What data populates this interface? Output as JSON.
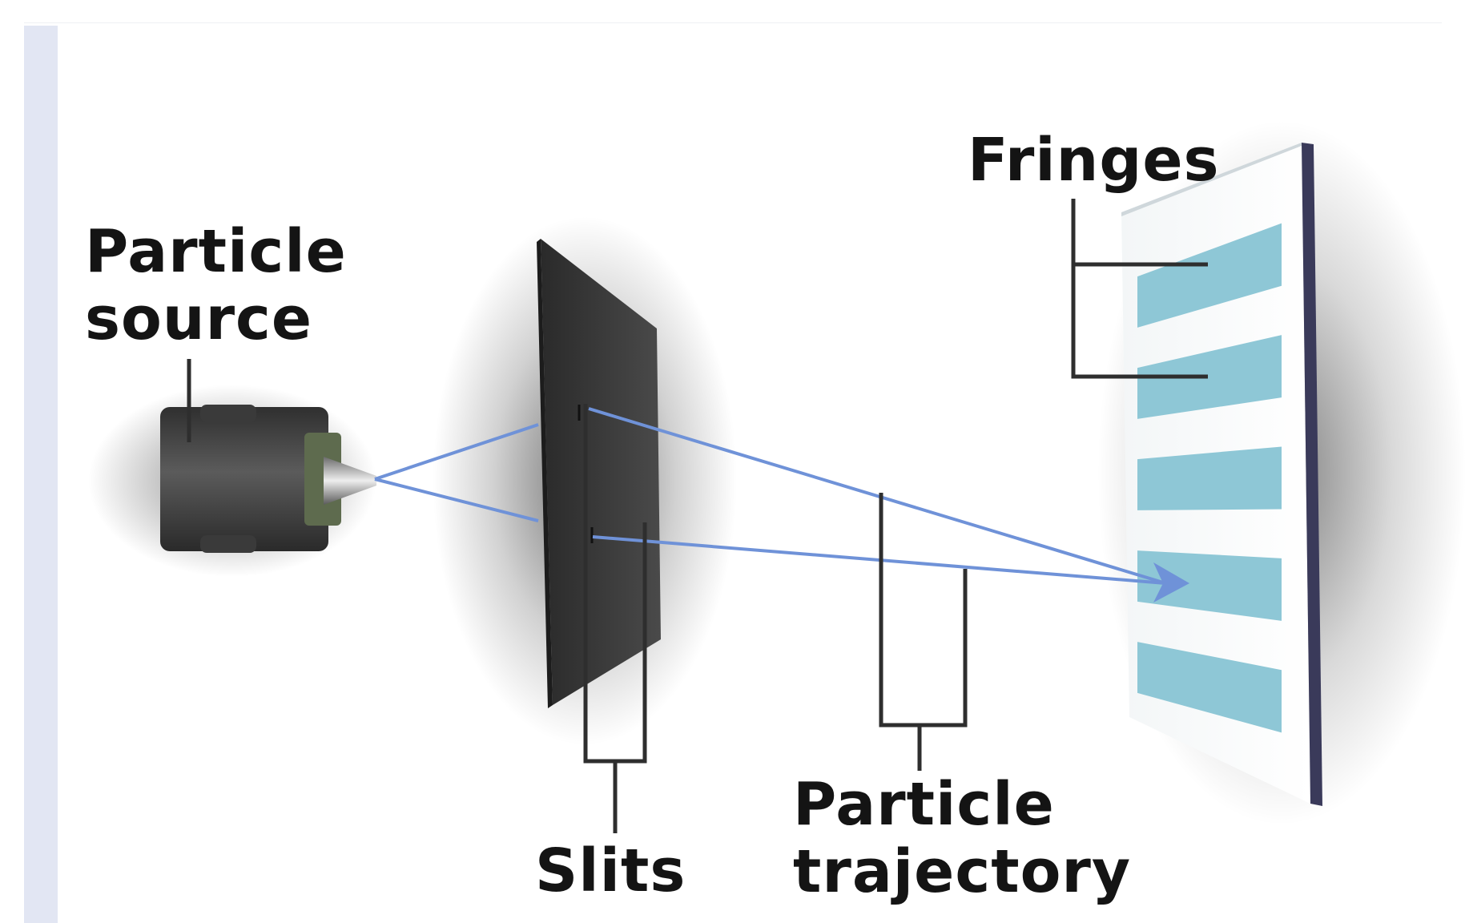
{
  "labels": {
    "particle_source_line1": "Particle",
    "particle_source_line2": "source",
    "fringes": "Fringes",
    "slits": "Slits",
    "particle_trajectory_line1": "Particle",
    "particle_trajectory_line2": "trajectory"
  },
  "colors": {
    "fringe": "#8ec7d6",
    "trajectory": "#6f92d8",
    "slit_plate": "#3c3c3c",
    "leader_line": "#2e2e2e",
    "left_bar": "#e2e6f3"
  },
  "fringe_count": 5
}
